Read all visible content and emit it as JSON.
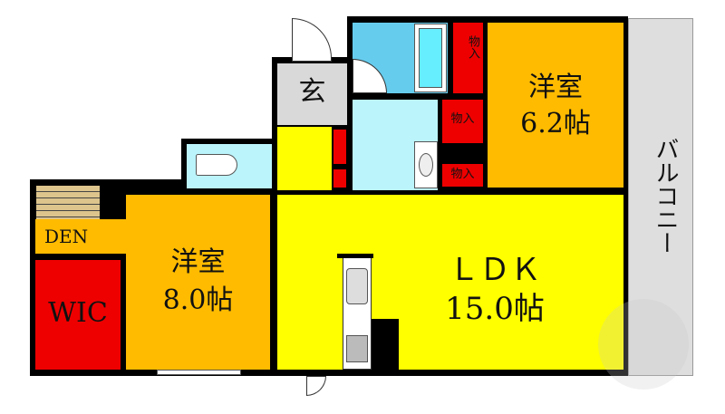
{
  "rooms": {
    "genkan": {
      "label": "玄"
    },
    "western_a": {
      "label": "洋室",
      "size": "6.2帖"
    },
    "western_b": {
      "label": "洋室",
      "size": "8.0帖"
    },
    "ldk": {
      "label": "ＬＤＫ",
      "size": "15.0帖"
    },
    "balcony": {
      "label": "バルコニー"
    },
    "den": {
      "label": "DEN"
    },
    "wic": {
      "label": "WIC"
    },
    "storage": [
      "物入",
      "物入",
      "物入"
    ]
  },
  "colors": {
    "western": "#ffbb00",
    "ldk": "#ffff00",
    "storage": "#ee0000",
    "bath": "#66ccee",
    "wash": "#bbf4fb",
    "genkan": "#d9d9d9",
    "balcony": "#dedede",
    "stairs": "#dcc48c"
  }
}
